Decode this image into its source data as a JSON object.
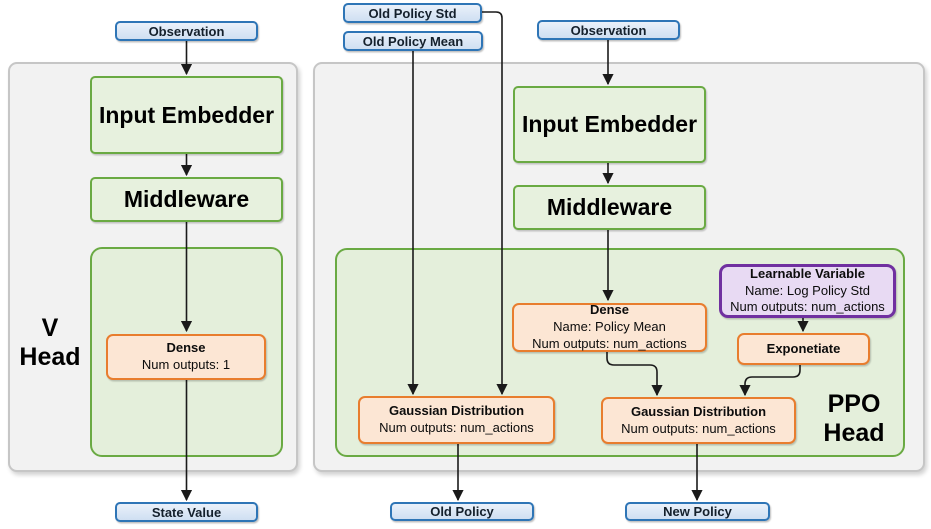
{
  "v_head": {
    "panel_label": [
      "V",
      "Head"
    ],
    "observation": "Observation",
    "input_embedder": "Input Embedder",
    "middleware": "Middleware",
    "dense": {
      "title": "Dense",
      "outputs": "Num outputs: 1"
    },
    "state_value": "State Value"
  },
  "ppo_head": {
    "panel_label": [
      "PPO",
      "Head"
    ],
    "inputs": {
      "old_policy_std": "Old Policy Std",
      "old_policy_mean": "Old Policy Mean",
      "observation": "Observation"
    },
    "input_embedder": "Input Embedder",
    "middleware": "Middleware",
    "dense": {
      "title": "Dense",
      "name": "Name: Policy Mean",
      "outputs": "Num outputs: num_actions"
    },
    "learnable_variable": {
      "title": "Learnable Variable",
      "name": "Name: Log Policy Std",
      "outputs": "Num outputs: num_actions"
    },
    "exponentiate": "Exponetiate",
    "gaussian_old": {
      "title": "Gaussian Distribution",
      "outputs": "Num outputs: num_actions"
    },
    "gaussian_new": {
      "title": "Gaussian Distribution",
      "outputs": "Num outputs: num_actions"
    },
    "outputs": {
      "old_policy": "Old Policy",
      "new_policy": "New Policy"
    }
  },
  "colors": {
    "blue_border": "#2e75b6",
    "blue_fill": "#dbe8f6",
    "green_border": "#6aaa43",
    "green_fill": "#e7f1de",
    "green_container_fill": "#e4efdb",
    "orange_border": "#e87d2e",
    "orange_fill": "#fce6d4",
    "purple_border": "#7030a0",
    "purple_fill": "#e8daf3",
    "panel_fill": "#f2f2f2",
    "panel_border": "#c6c6c6",
    "arrow": "#1a1a1a"
  }
}
